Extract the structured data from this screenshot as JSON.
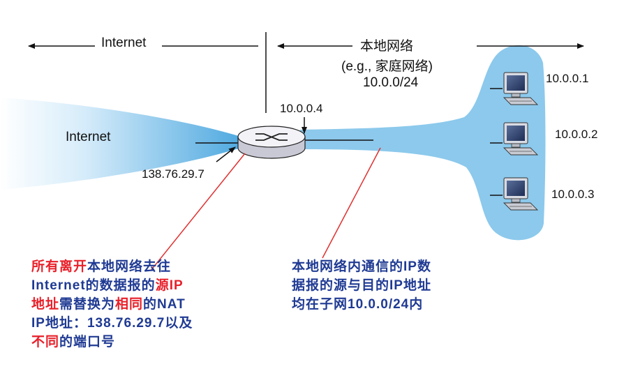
{
  "header": {
    "internet_label": "Internet",
    "local_label": "本地网络",
    "local_example": "(e.g., 家庭网络)",
    "local_subnet": "10.0.0/24"
  },
  "cloud": {
    "internet_label": "Internet"
  },
  "router": {
    "inside_ip": "10.0.0.4",
    "outside_ip": "138.76.29.7"
  },
  "hosts": [
    {
      "ip": "10.0.0.1"
    },
    {
      "ip": "10.0.0.2"
    },
    {
      "ip": "10.0.0.3"
    }
  ],
  "notes": {
    "left": {
      "l1_red": "所有离开",
      "l1_blue": "本地网络去往",
      "l2_blue_a": "Internet的数据报的",
      "l2_red": "源IP",
      "l3_red_a": "地址",
      "l3_blue_a": "需替换为",
      "l3_red_b": "相同",
      "l3_blue_b": "的NAT",
      "l4_blue": "IP地址：138.76.29.7以及",
      "l5_red": "不同",
      "l5_blue": "的端口号"
    },
    "right": {
      "l1": "本地网络内通信的IP数",
      "l2": "据报的源与目的IP地址",
      "l3": "均在子网10.0.0/24内"
    }
  },
  "colors": {
    "network_fill": "#8cc9ec",
    "router_top": "#f2f2f7",
    "router_side": "#c9c9d6",
    "note_blue": "#1f3a93",
    "note_red": "#e8202a",
    "pointer_line": "#e03030"
  }
}
